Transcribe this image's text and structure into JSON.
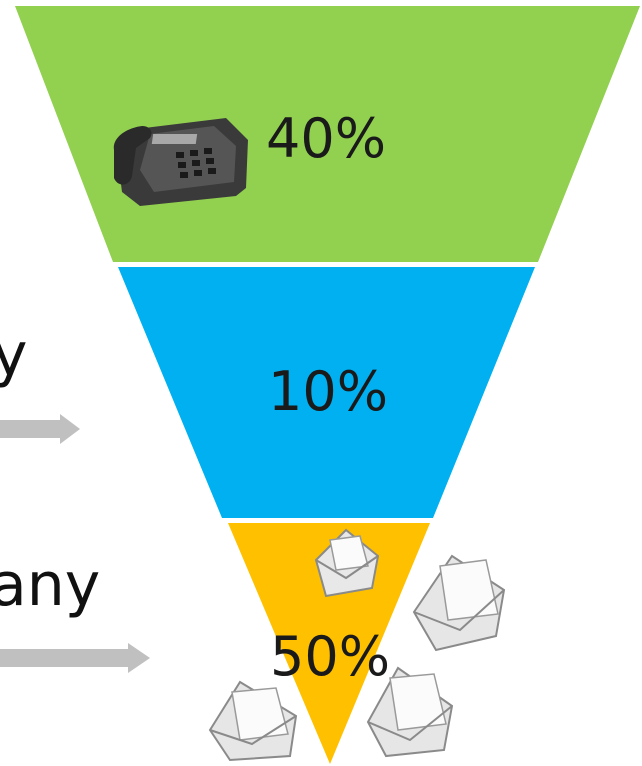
{
  "funnel": {
    "segments": [
      {
        "label": "40%",
        "color": "#92d050",
        "icon": "desk-phone-icon"
      },
      {
        "label": "10%",
        "color": "#00b0f0",
        "icon": ""
      },
      {
        "label": "50%",
        "color": "#ffc000",
        "icon": "envelope-icon"
      }
    ]
  },
  "side_labels": {
    "middle_fragment": "y",
    "bottom_fragment": "any"
  },
  "colors": {
    "arrow": "#c0c0c0",
    "text": "#1a1a1a"
  }
}
